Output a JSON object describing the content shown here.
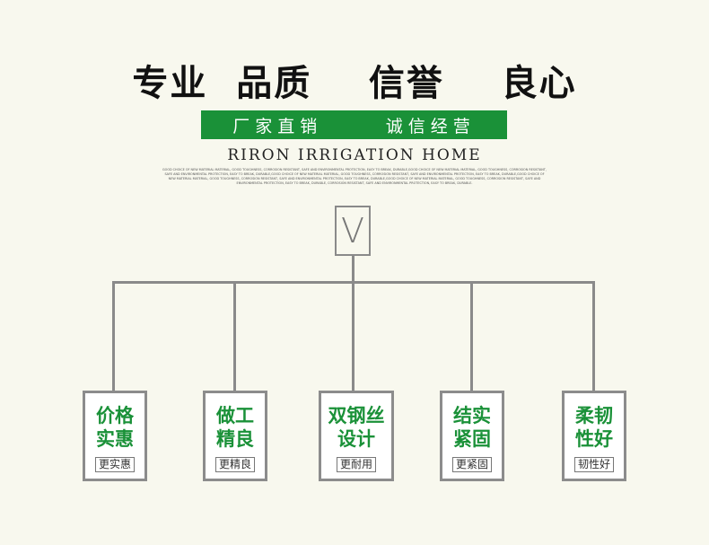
{
  "header": {
    "headline": "专业  品质    信誉    良心",
    "green_left": "厂家直销",
    "green_right": "诚信经营",
    "brand": "RIRON IRRIGATION HOME",
    "fine_print": "GOOD CHOICE OF NEW MATERIAL MATERIAL, GOOD TOUGHNESS, CORROSION RESISTANT, SAFE AND ENVIRONMENTAL PROTECTION, EASY TO BREAK, DURABLE,GOOD CHOICE OF NEW MATERIAL MATERIAL, GOOD TOUGHNESS, CORROSION RESISTANT, SAFE AND ENVIRONMENTAL PROTECTION, EASY TO BREAK, DURABLE,GOOD CHOICE OF NEW MATERIAL MATERIAL, GOOD TOUGHNESS, CORROSION RESISTANT, SAFE AND ENVIRONMENTAL PROTECTION, EASY TO BREAK, DURABLE,GOOD CHOICE OF NEW MATERIAL MATERIAL, GOOD TOUGHNESS, CORROSION RESISTANT, SAFE AND ENVIRONMENTAL PROTECTION, EASY TO BREAK, DURABLE,GOOD CHOICE OF NEW MATERIAL MATERIAL, GOOD TOUGHNESS, CORROSION RESISTANT, SAFE AND ENVIRONMENTAL PROTECTION, EASY TO BREAK, DURABLE, CORROSION RESISTANT, SAFE AND ENVIRONMENTAL PROTECTION, EASY TO BREAK, DURABLE.",
    "v_mark": "V"
  },
  "features": [
    {
      "line1": "价格",
      "line2": "实惠",
      "tag": "更实惠"
    },
    {
      "line1": "做工",
      "line2": "精良",
      "tag": "更精良"
    },
    {
      "line1": "双钢丝",
      "line2": "设计",
      "tag": "更耐用"
    },
    {
      "line1": "结实",
      "line2": "紧固",
      "tag": "更紧固"
    },
    {
      "line1": "柔韧",
      "line2": "性好",
      "tag": "韧性好"
    }
  ]
}
